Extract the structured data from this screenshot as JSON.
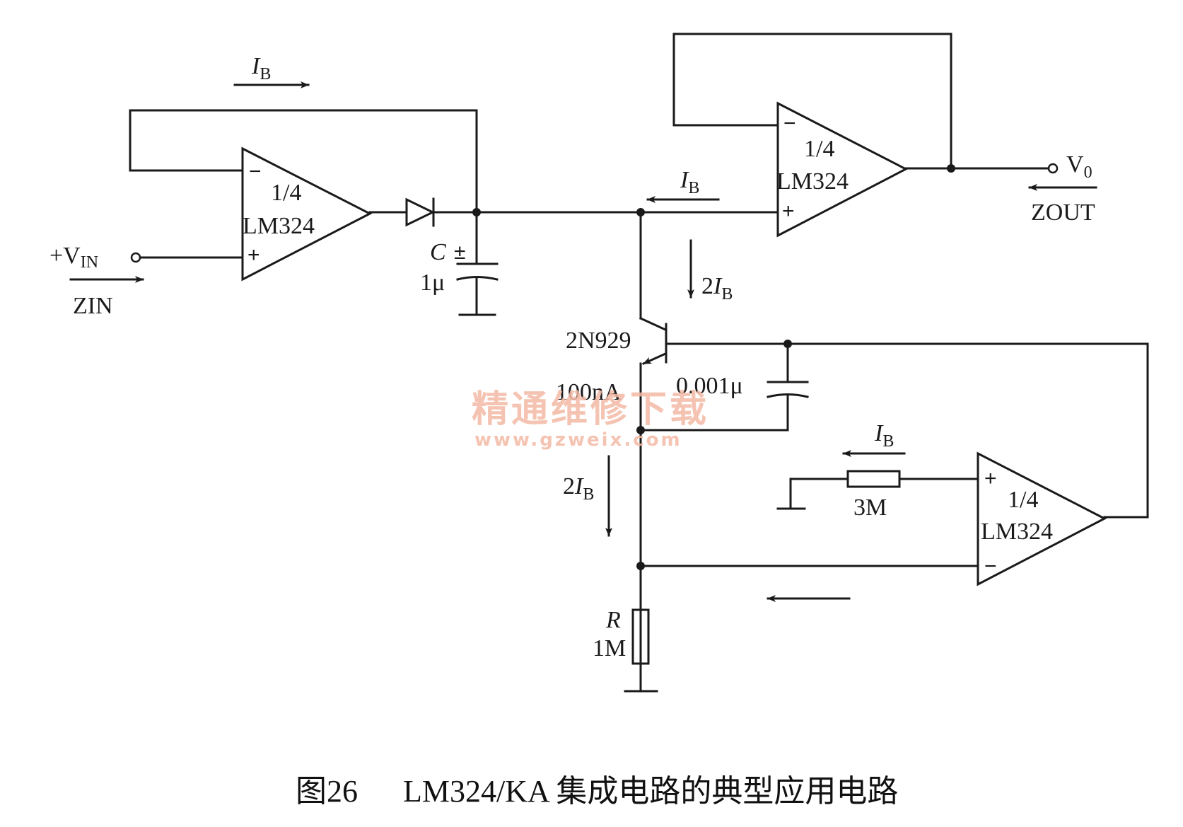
{
  "opamps": {
    "a1": {
      "fraction": "1/4",
      "part": "LM324",
      "minus": "−",
      "plus": "+"
    },
    "a2": {
      "fraction": "1/4",
      "part": "LM324",
      "minus": "−",
      "plus": "+"
    },
    "a3": {
      "fraction": "1/4",
      "part": "LM324",
      "minus": "−",
      "plus": "+"
    }
  },
  "currents": {
    "ib_symbol": "I",
    "ib_sub": "B",
    "two": "2"
  },
  "input": {
    "vin_prefix": "+V",
    "vin_sub": "IN",
    "impedance": "ZIN"
  },
  "output": {
    "vo": "V",
    "vo_sub": "0",
    "impedance": "ZOUT"
  },
  "hold_capacitor": {
    "name": "C",
    "polarity": "±",
    "value": "1μ"
  },
  "transistor": {
    "part": "2N929",
    "current": "100nA"
  },
  "feedback_capacitor": {
    "value": "0.001μ"
  },
  "resistor_bias": {
    "value": "3M"
  },
  "resistor_r": {
    "name": "R",
    "value": "1M"
  },
  "watermark": {
    "line1": "精通维修下载",
    "line2": "www.gzweix.com"
  },
  "caption": {
    "figure": "图26",
    "title": "LM324/KA 集成电路的典型应用电路"
  },
  "colors": {
    "ink": "#1a1a1a",
    "watermark": "#f3b9a4"
  }
}
